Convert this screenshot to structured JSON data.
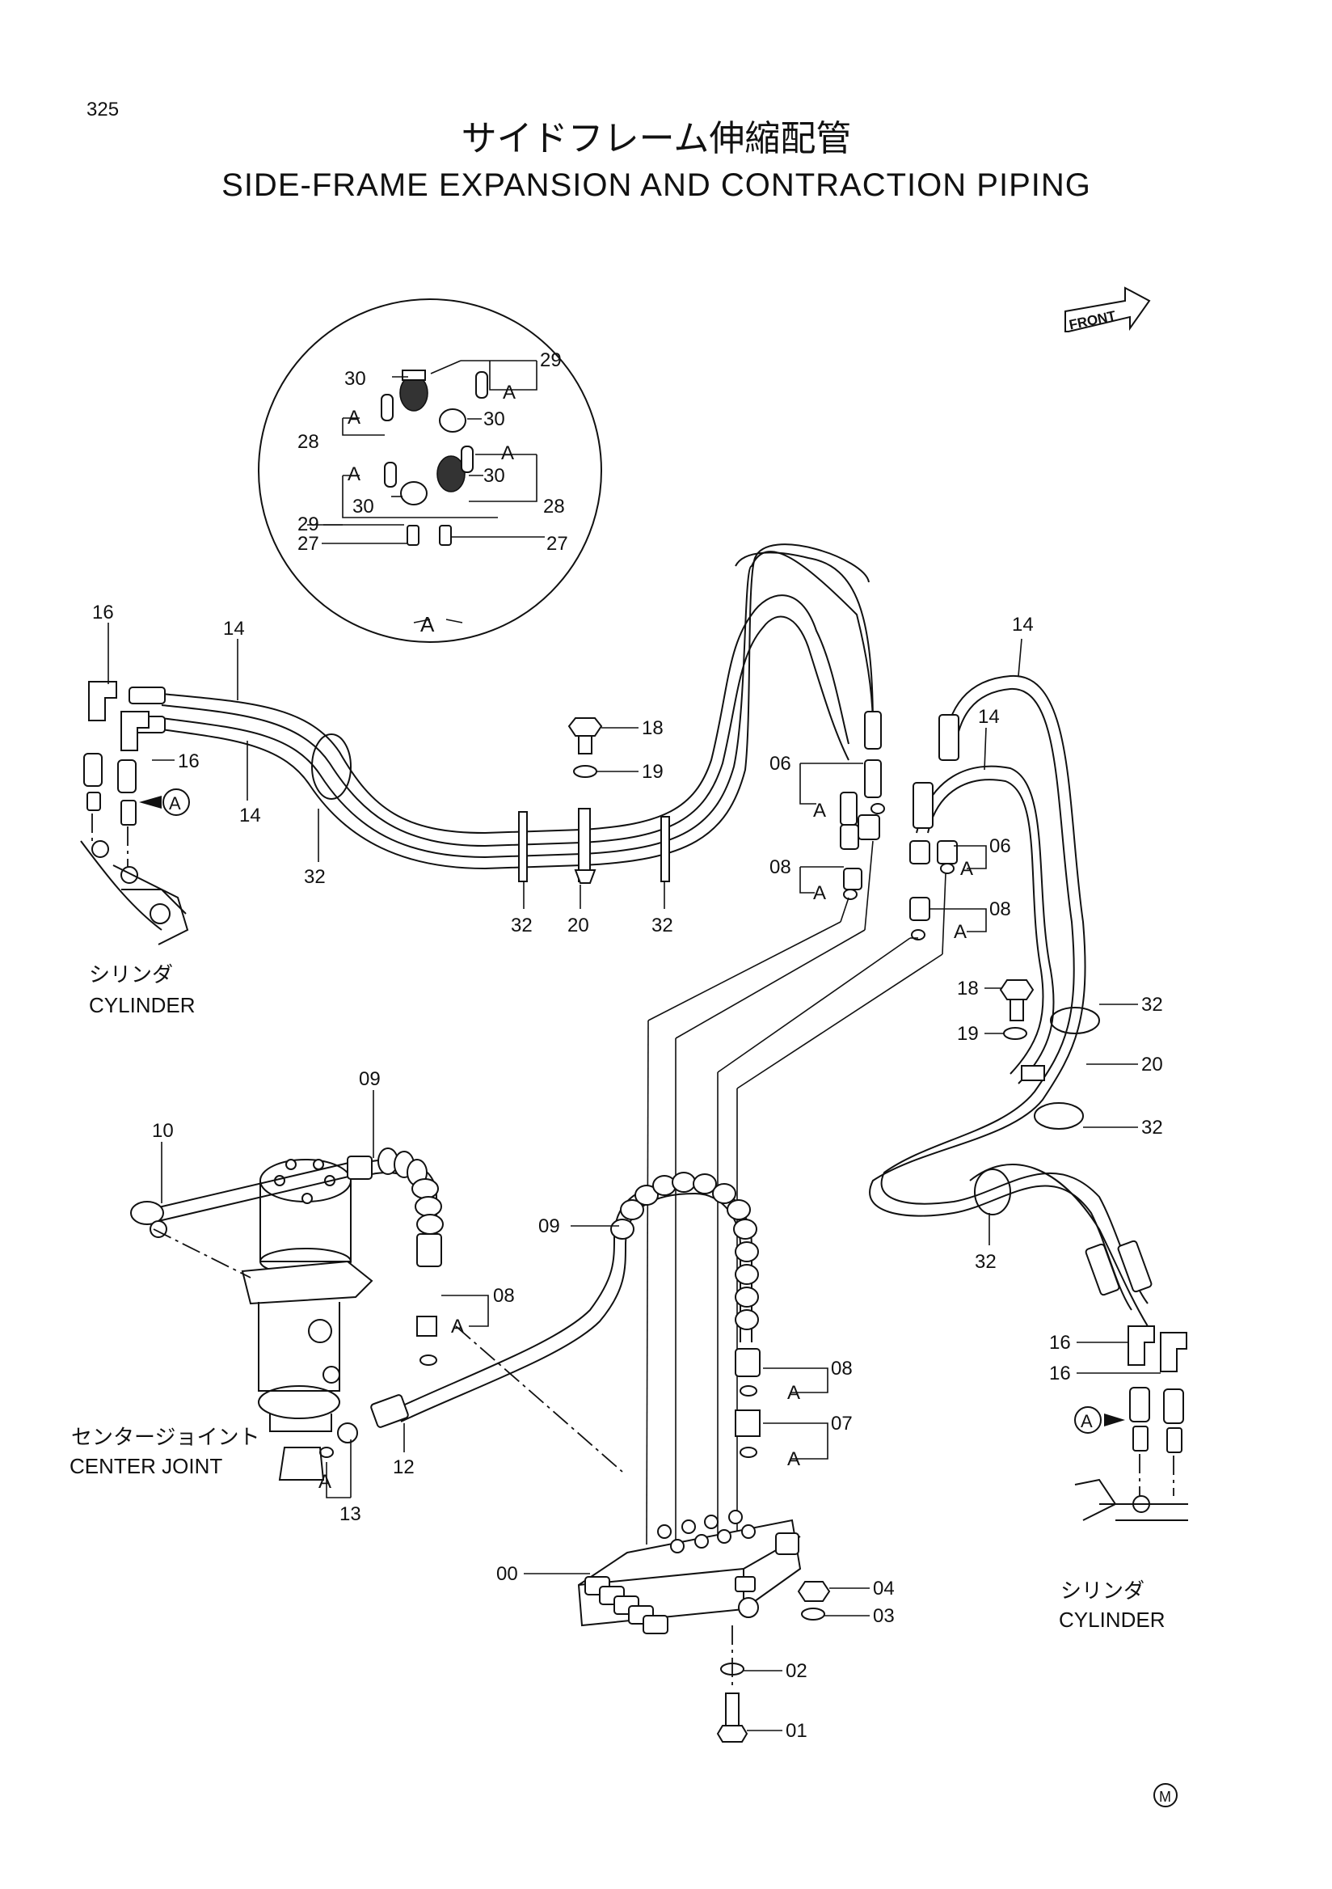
{
  "page_number": "325",
  "title_jp": "サイドフレーム伸縮配管",
  "title_en": "SIDE-FRAME EXPANSION AND CONTRACTION PIPING",
  "front_label": "FRONT",
  "labels": {
    "cyl_left_jp": "シリンダ",
    "cyl_left_en": "CYLINDER",
    "cyl_right_jp": "シリンダ",
    "cyl_right_en": "CYLINDER",
    "center_jp": "センタージョイント",
    "center_en": "CENTER JOINT",
    "detail": "A",
    "callout": "A",
    "mark": "M"
  },
  "callouts": {
    "c00": "00",
    "c01": "01",
    "c02": "02",
    "c03": "03",
    "c04": "04",
    "c06a": "06",
    "c06b": "06",
    "c07": "07",
    "c08a": "08",
    "c08b": "08",
    "c08c": "08",
    "c08d": "08",
    "c09a": "09",
    "c09b": "09",
    "c10": "10",
    "c12": "12",
    "c13": "13",
    "c14a": "14",
    "c14b": "14",
    "c14c": "14",
    "c14d": "14",
    "c16a": "16",
    "c16b": "16",
    "c16c": "16",
    "c16d": "16",
    "c18a": "18",
    "c18b": "18",
    "c19a": "19",
    "c19b": "19",
    "c20a": "20",
    "c20b": "20",
    "c32a": "32",
    "c32b": "32",
    "c32c": "32",
    "c32d": "32",
    "c32e": "32",
    "c32f": "32",
    "d30a": "30",
    "d30b": "30",
    "d30c": "30",
    "d30d": "30",
    "d29a": "29",
    "d29b": "29",
    "d28a": "28",
    "d28b": "28",
    "d27a": "27",
    "d27b": "27",
    "a1": "A",
    "a2": "A",
    "a3": "A",
    "a4": "A",
    "a5": "A",
    "a6": "A",
    "a7": "A",
    "a8": "A",
    "a9": "A",
    "a10": "A",
    "a11": "A",
    "a12": "A",
    "a13": "A",
    "a14": "A",
    "a15": "A"
  }
}
